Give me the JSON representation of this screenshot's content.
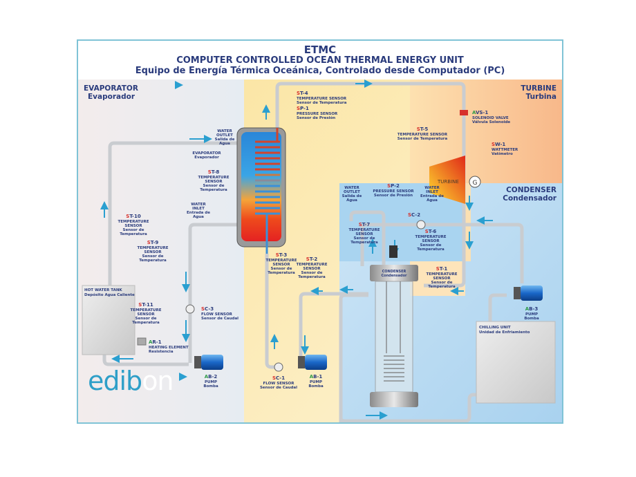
{
  "header": {
    "code": "ETMC",
    "title_en": "COMPUTER CONTROLLED OCEAN THERMAL ENERGY UNIT",
    "title_es": "Equipo de Energía Térmica Oceánica, Controlado desde Computador (PC)"
  },
  "sections": {
    "evaporator": {
      "en": "EVAPORATOR",
      "es": "Evaporador"
    },
    "turbine": {
      "en": "TURBINE",
      "es": "Turbina"
    },
    "condenser": {
      "en": "CONDENSER",
      "es": "Condensador"
    }
  },
  "colors": {
    "title": "#2a3b7c",
    "sensor_prefix": "#d6302c",
    "actuator_prefix": "#2d9a46",
    "arrow": "#2a9fd0",
    "frame": "#7fc3d6"
  },
  "components": {
    "evaporator": {
      "en": "EVAPORATOR",
      "es": "Evaporador"
    },
    "evap_water_outlet": {
      "en1": "WATER",
      "en2": "OUTLET",
      "es1": "Salida de",
      "es2": "Agua"
    },
    "evap_water_inlet": {
      "en1": "WATER",
      "en2": "INLET",
      "es1": "Entrada de",
      "es2": "Agua"
    },
    "hot_water_tank": {
      "en": "HOT WATER TANK",
      "es": "Depósito Agua Caliente"
    },
    "turbine_label": "TURBINE",
    "generator": "G",
    "cond_water_outlet": {
      "en1": "WATER",
      "en2": "OUTLET",
      "es1": "Salida de",
      "es2": "Agua"
    },
    "cond_water_inlet": {
      "en1": "WATER",
      "en2": "INLET",
      "es1": "Entrada de",
      "es2": "Agua"
    },
    "condenser_vessel": {
      "en": "CONDENSER",
      "es": "Condensador"
    },
    "chilling_unit": {
      "en": "CHILLING UNIT",
      "es": "Unidad de Enfriamiento"
    }
  },
  "sensors": {
    "st4": {
      "p": "S",
      "id": "T-4",
      "en": "TEMPERATURE SENSOR",
      "es": "Sensor de Temperatura"
    },
    "sp1": {
      "p": "S",
      "id": "P-1",
      "en": "PRESSURE SENSOR",
      "es": "Sensor de Presión"
    },
    "st5": {
      "p": "S",
      "id": "T-5",
      "en": "TEMPERATURE SENSOR",
      "es": "Sensor de Temperatura"
    },
    "avs1": {
      "p": "A",
      "id": "VS-1",
      "en": "SOLENOID VALVE",
      "es": "Válvula Solenoide"
    },
    "sw1": {
      "p": "S",
      "id": "W-1",
      "en": "WATTMETER",
      "es": "Vatímetro"
    },
    "st8": {
      "p": "S",
      "id": "T-8",
      "en1": "TEMPERATURE",
      "en2": "SENSOR",
      "es1": "Sensor de",
      "es2": "Temperatura"
    },
    "st10": {
      "p": "S",
      "id": "T-10",
      "en1": "TEMPERATURE",
      "en2": "SENSOR",
      "es1": "Sensor de",
      "es2": "Temperatura"
    },
    "st9": {
      "p": "S",
      "id": "T-9",
      "en1": "TEMPERATURE",
      "en2": "SENSOR",
      "es1": "Sensor de",
      "es2": "Temperatura"
    },
    "st11": {
      "p": "S",
      "id": "T-11",
      "en1": "TEMPERATURE",
      "en2": "SENSOR",
      "es1": "Sensor de",
      "es2": "Temperatura"
    },
    "sc3": {
      "p": "S",
      "id": "C-3",
      "en": "FLOW SENSOR",
      "es": "Sensor de Caudal"
    },
    "ar1": {
      "p": "A",
      "id": "R-1",
      "en": "HEATING ELEMENT",
      "es": "Resistencia"
    },
    "ab2": {
      "p": "A",
      "id": "B-2",
      "en": "PUMP",
      "es": "Bomba"
    },
    "st3": {
      "p": "S",
      "id": "T-3",
      "en1": "TEMPERATURE",
      "en2": "SENSOR",
      "es1": "Sensor de",
      "es2": "Temperatura"
    },
    "st2": {
      "p": "S",
      "id": "T-2",
      "en1": "TEMPERATURE",
      "en2": "SENSOR",
      "es1": "Sensor de",
      "es2": "Temperatura"
    },
    "sc1": {
      "p": "S",
      "id": "C-1",
      "en": "FLOW SENSOR",
      "es": "Sensor de Caudal"
    },
    "ab1": {
      "p": "A",
      "id": "B-1",
      "en": "PUMP",
      "es": "Bomba"
    },
    "sp2": {
      "p": "S",
      "id": "P-2",
      "en": "PRESSURE SENSOR",
      "es": "Sensor de Presión"
    },
    "st7": {
      "p": "S",
      "id": "T-7",
      "en1": "TEMPERATURE",
      "en2": "SENSOR",
      "es1": "Sensor de",
      "es2": "Temperatura"
    },
    "sc2": {
      "p": "S",
      "id": "C-2"
    },
    "st6": {
      "p": "S",
      "id": "T-6",
      "en1": "TEMPERATURE",
      "en2": "SENSOR",
      "es1": "Sensor de",
      "es2": "Temperatura"
    },
    "st1": {
      "p": "S",
      "id": "T-1",
      "en1": "TEMPERATURE",
      "en2": "SENSOR",
      "es1": "Sensor de",
      "es2": "Temperatura"
    },
    "ab3": {
      "p": "A",
      "id": "B-3",
      "en": "PUMP",
      "es": "Bomba"
    }
  },
  "logo": {
    "text_a": "edib",
    "text_b": "on"
  }
}
